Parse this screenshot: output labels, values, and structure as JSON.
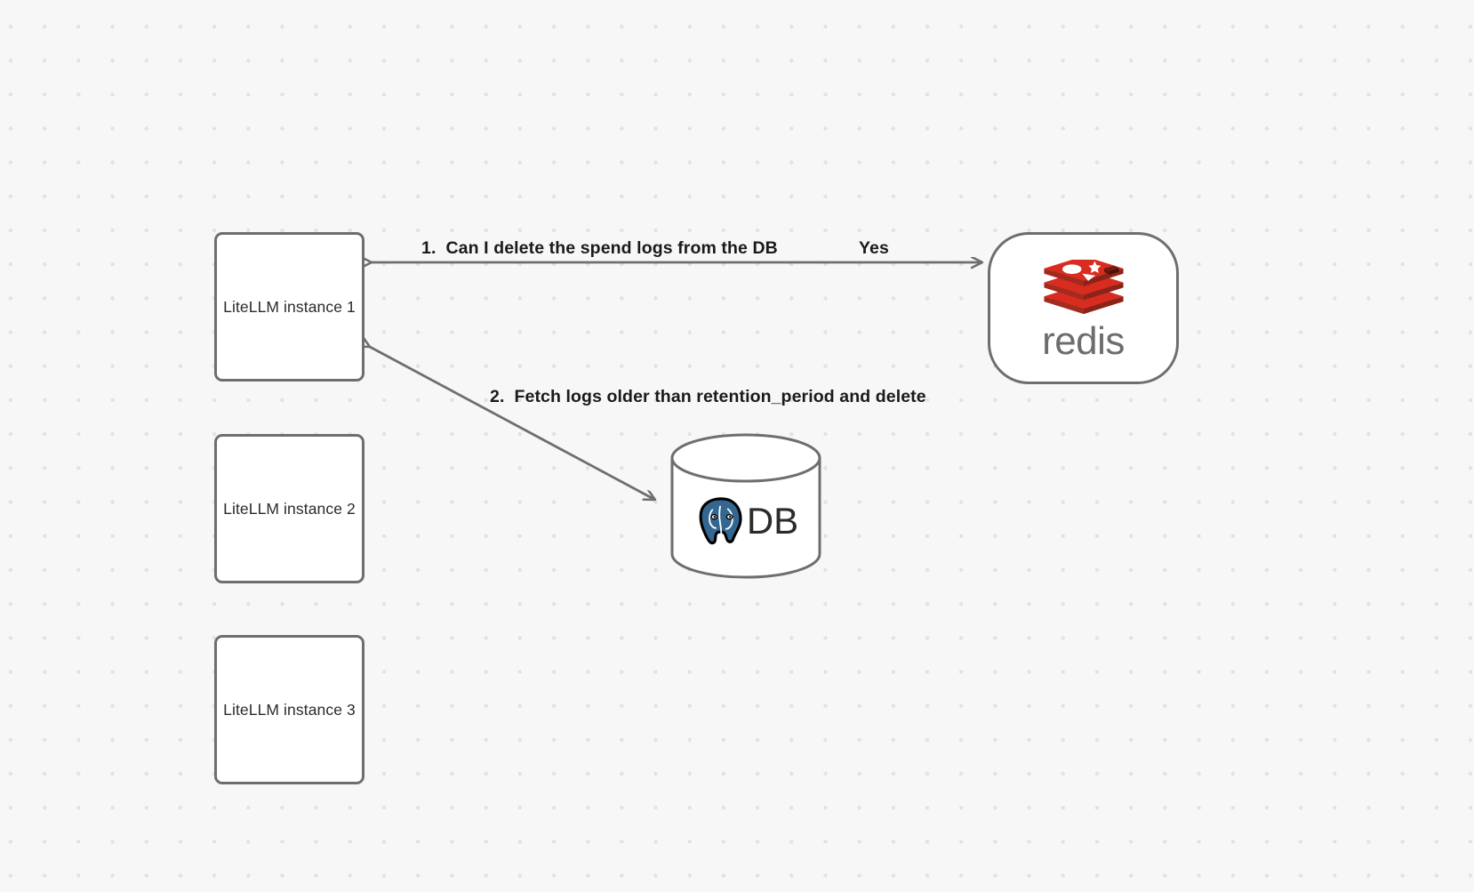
{
  "canvas": {
    "background_color": "#f7f7f7",
    "dot_color": "#e2e2e2",
    "stroke_color": "#6e6e6e"
  },
  "nodes": {
    "litellm_1": {
      "label": "LiteLLM instance 1"
    },
    "litellm_2": {
      "label": "LiteLLM instance 2"
    },
    "litellm_3": {
      "label": "LiteLLM instance 3"
    },
    "redis": {
      "wordmark": "redis",
      "logo_name": "redis-logo",
      "brand_color": "#d82c20",
      "wordmark_color": "#6d6d6d"
    },
    "database": {
      "label": "DB",
      "logo_name": "postgresql-elephant-logo",
      "brand_color": "#336791"
    }
  },
  "edges": [
    {
      "name": "redis-to-litellm-1",
      "label": "1.  Can I delete the spend logs from the DB",
      "response_label": "Yes",
      "direction": "bidirectional"
    },
    {
      "name": "database-to-litellm-1",
      "label": "2.  Fetch logs older than retention_period and delete",
      "direction": "bidirectional"
    }
  ]
}
